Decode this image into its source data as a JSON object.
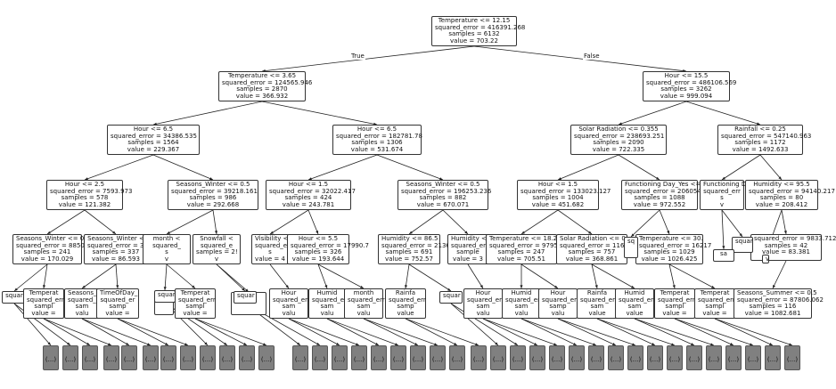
{
  "tree": {
    "edge_labels": {
      "left": "True",
      "right": "False"
    },
    "leaf_text": "(...)",
    "nodes": [
      {
        "id": "root",
        "lines": [
          "Temperature <= 12.15",
          "squared_error = 416391.268",
          "samples = 6132",
          "value = 703.22"
        ]
      },
      {
        "id": "L",
        "lines": [
          "Temperature <= 3.65",
          "squared_error = 124565.946",
          "samples = 2870",
          "value = 366.932"
        ]
      },
      {
        "id": "R",
        "lines": [
          "Hour <= 15.5",
          "squared_error = 486106.569",
          "samples = 3262",
          "value = 999.094"
        ]
      },
      {
        "id": "LL",
        "lines": [
          "Hour <= 6.5",
          "squared_error = 34386.535",
          "samples = 1564",
          "value = 229.367"
        ]
      },
      {
        "id": "LR",
        "lines": [
          "Hour <= 6.5",
          "squared_error = 182781.78",
          "samples = 1306",
          "value = 531.674"
        ]
      },
      {
        "id": "RL",
        "lines": [
          "Solar Radiation <= 0.355",
          "squared_error = 238693.251",
          "samples = 2090",
          "value = 722.335"
        ]
      },
      {
        "id": "RR",
        "lines": [
          "Rainfall <= 0.25",
          "squared_error = 547140.963",
          "samples = 1172",
          "value = 1492.633"
        ]
      },
      {
        "id": "LLL",
        "lines": [
          "Hour <= 2.5",
          "squared_error = 7593.973",
          "samples = 578",
          "value = 121.382"
        ]
      },
      {
        "id": "LLR",
        "lines": [
          "Seasons_Winter <= 0.5",
          "squared_error = 39218.161",
          "samples = 986",
          "value = 292.668"
        ]
      },
      {
        "id": "LRL",
        "lines": [
          "Hour <= 1.5",
          "squared_error = 32022.417",
          "samples = 424",
          "value = 243.781"
        ]
      },
      {
        "id": "LRR",
        "lines": [
          "Seasons_Winter <= 0.5",
          "squared_error = 196253.236",
          "samples = 882",
          "value = 670.071"
        ]
      },
      {
        "id": "RLL",
        "lines": [
          "Hour <= 1.5",
          "squared_error = 133023.127",
          "samples = 1004",
          "value = 451.682"
        ]
      },
      {
        "id": "RLR",
        "lines": [
          "Functioning Day_Yes <= 0",
          "squared_error = 206054.",
          "samples = 1088",
          "value = 972.552"
        ]
      },
      {
        "id": "RRL",
        "lines": [
          "Functioning D",
          "squared_err",
          "s",
          "v"
        ]
      },
      {
        "id": "RRR",
        "lines": [
          "Humidity <= 95.5",
          "squared_error = 94140.217",
          "samples = 80",
          "value = 208.412"
        ]
      },
      {
        "id": "n4a",
        "lines": [
          "Seasons_Winter <= 0",
          "squared_error = 8850",
          "samples = 241",
          "value = 170.029"
        ]
      },
      {
        "id": "n4b",
        "lines": [
          "Seasons_Winter <",
          "squared_error = 379",
          "samples = 337",
          "value = 86.593"
        ]
      },
      {
        "id": "n4c",
        "lines": [
          "month <",
          "squared_",
          "s",
          "v"
        ]
      },
      {
        "id": "n4d",
        "lines": [
          "Snowfall <",
          "squared_e",
          "samples = 2!",
          "v"
        ]
      },
      {
        "id": "n4e",
        "lines": [
          "Visibility <=",
          "squared_e",
          "s",
          "value = 4"
        ]
      },
      {
        "id": "n4f",
        "lines": [
          "Hour <= 5.5",
          "squared_error = 17990.7",
          "samples = 326",
          "value = 193.644"
        ]
      },
      {
        "id": "n4g",
        "lines": [
          "Humidity <= 86.5",
          "squared_error = 21364",
          "samples = 691",
          "value = 752.57"
        ]
      },
      {
        "id": "n4h",
        "lines": [
          "Humidity <",
          "squared_error =",
          "sample",
          "value = 3"
        ]
      },
      {
        "id": "n4i",
        "lines": [
          "Temperature <= 18.25",
          "squared_error = 97958.3",
          "samples = 247",
          "value = 705.51"
        ]
      },
      {
        "id": "n4j",
        "lines": [
          "Solar Radiation <= 0.",
          "squared_error = 11658",
          "samples = 757",
          "value = 368.861"
        ]
      },
      {
        "id": "n4k",
        "lines": [
          "Temperature <= 30.",
          "squared_error = 16217",
          "samples = 1029",
          "value = 1026.425"
        ]
      },
      {
        "id": "n4l",
        "lines": [
          "sq"
        ]
      },
      {
        "id": "n4m",
        "lines": [
          "squared_error = 9833.712",
          "samples = 42",
          "value = 83.381"
        ]
      },
      {
        "id": "n4n",
        "lines": [
          "squar"
        ]
      },
      {
        "id": "n4o",
        "lines": [
          "sa"
        ]
      },
      {
        "id": "n4p",
        "lines": [
          "v"
        ]
      },
      {
        "id": "n5a",
        "lines": [
          "squar"
        ]
      },
      {
        "id": "n5b",
        "lines": [
          "Temperat",
          "squared_erro",
          "sampl",
          "value ="
        ]
      },
      {
        "id": "n5c",
        "lines": [
          "Seasons_S",
          "squared_e",
          "sam",
          "valu"
        ]
      },
      {
        "id": "n5d",
        "lines": [
          "TimeOfDay_",
          "squared_er",
          "samp",
          "value ="
        ]
      },
      {
        "id": "n5e",
        "lines": [
          ""
        ]
      },
      {
        "id": "n5f",
        "lines": [
          "squar"
        ]
      },
      {
        "id": "n5g",
        "lines": [
          "Temperat",
          "squared_err",
          "sampl",
          "value ="
        ]
      },
      {
        "id": "n5h",
        "lines": [
          "Temperat",
          "squared_err",
          "sampl",
          "value ="
        ]
      },
      {
        "id": "n5i",
        "lines": [
          ""
        ]
      },
      {
        "id": "n5j",
        "lines": [
          "squar"
        ]
      },
      {
        "id": "n5k",
        "lines": [
          "Hour",
          "squared_err",
          "sam",
          "valu"
        ]
      },
      {
        "id": "n5l",
        "lines": [
          "Humid",
          "squared_err",
          "sam",
          "valu"
        ]
      },
      {
        "id": "n5m",
        "lines": [
          "month",
          "squared_err",
          "sam",
          "valu"
        ]
      },
      {
        "id": "n5n",
        "lines": [
          "Rainfa",
          "squared_err",
          "samp",
          "value"
        ]
      },
      {
        "id": "n5o",
        "lines": [
          "squar"
        ]
      },
      {
        "id": "n5p",
        "lines": [
          "Hour",
          "squared_err",
          "sam",
          "valu"
        ]
      },
      {
        "id": "n5q",
        "lines": [
          "Humid",
          "squared_err",
          "sam",
          "valu"
        ]
      },
      {
        "id": "n5r",
        "lines": [
          "Hour",
          "squared_err",
          "samp",
          "valu"
        ]
      },
      {
        "id": "n5s",
        "lines": [
          "Rainfa",
          "squared_err",
          "sam",
          "value"
        ]
      },
      {
        "id": "n5t",
        "lines": [
          "Humid",
          "squared_err",
          "sam",
          "value"
        ]
      },
      {
        "id": "n5u",
        "lines": [
          "Temperat",
          "squared_err",
          "sampl",
          "value ="
        ]
      },
      {
        "id": "n5v",
        "lines": [
          "Temperat",
          "squared_err",
          "sampl",
          "value ="
        ]
      },
      {
        "id": "n5w",
        "lines": [
          "Seasons_Summer <= 0.5",
          "squared_error = 87806.062",
          "samples = 116",
          "value = 1082.681"
        ]
      }
    ]
  }
}
